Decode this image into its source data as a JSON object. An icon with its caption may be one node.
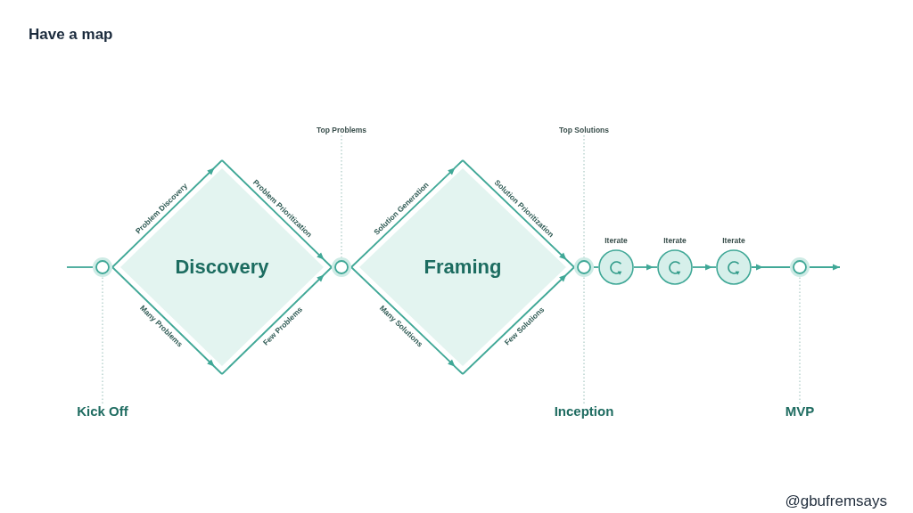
{
  "diagram": {
    "title": "Have a map",
    "nodes": [
      {
        "text": [
          "Top Problems"
        ]
      },
      {
        "text": [
          "Top Solutions"
        ]
      },
      {
        "text": [],
        "shape": "circle"
      },
      {
        "text": [
          "Discovery"
        ]
      },
      {
        "text": [],
        "shape": "circle"
      },
      {
        "text": [
          "Framing"
        ]
      },
      {
        "text": [],
        "shape": "circle"
      },
      {
        "text": [
          "Iterate"
        ]
      },
      {
        "text": [
          "Iterate"
        ]
      },
      {
        "text": [
          "Iterate"
        ]
      },
      {
        "text": [],
        "shape": "circle"
      },
      {
        "text": [
          "Kick Off"
        ]
      },
      {
        "text": [
          "Inception"
        ]
      },
      {
        "text": [
          "MVP"
        ]
      }
    ],
    "edges": [
      {
        "from": null,
        "to": 2,
        "arrow": "none"
      },
      {
        "from": 2,
        "to": 3,
        "arrow": "to",
        "label": "Problem Discovery"
      },
      {
        "from": 3,
        "to": 4,
        "arrow": "to",
        "label": "Problem Prioritization"
      },
      {
        "from": 2,
        "to": 3,
        "arrow": "to",
        "label": "Many Problems"
      },
      {
        "from": 3,
        "to": 4,
        "arrow": "to",
        "label": "Few Problems"
      },
      {
        "from": 4,
        "to": 5,
        "arrow": "to",
        "label": "Solution Generation"
      },
      {
        "from": 5,
        "to": 6,
        "arrow": "to",
        "label": "Solution Prioritization"
      },
      {
        "from": 4,
        "to": 5,
        "arrow": "to",
        "label": "Many Solutions"
      },
      {
        "from": 5,
        "to": 6,
        "arrow": "to",
        "label": "Few Solutions"
      },
      {
        "from": 6,
        "to": 7,
        "arrow": "none"
      },
      {
        "from": 7,
        "to": 8,
        "arrow": "to"
      },
      {
        "from": 8,
        "to": 9,
        "arrow": "to"
      },
      {
        "from": 9,
        "to": 10,
        "arrow": "to"
      },
      {
        "from": 10,
        "to": null,
        "arrow": "to"
      },
      {
        "from": 0,
        "to": 4,
        "arrow": "none",
        "style": "dashed",
        "color": "#a9c9c3"
      },
      {
        "from": 1,
        "to": 6,
        "arrow": "none",
        "style": "dashed",
        "color": "#a9c9c3"
      },
      {
        "from": 11,
        "to": 2,
        "arrow": "none",
        "style": "dashed",
        "color": "#a9c9c3"
      },
      {
        "from": 12,
        "to": 6,
        "arrow": "none",
        "style": "dashed",
        "color": "#a9c9c3"
      },
      {
        "from": 13,
        "to": 10,
        "arrow": "none",
        "style": "dashed",
        "color": "#a9c9c3"
      }
    ],
    "labels": [
      "@gbufremsays"
    ]
  }
}
